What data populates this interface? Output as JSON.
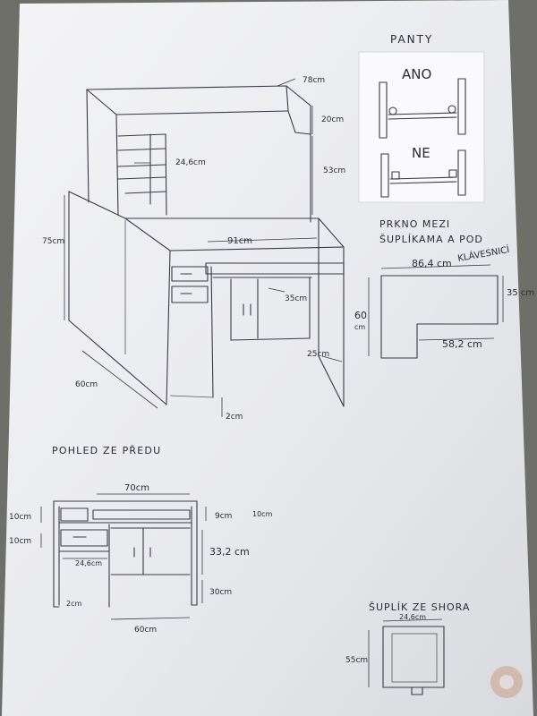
{
  "sheet": {
    "panty": {
      "title": "PANTY",
      "yes": "ANO",
      "no": "NE"
    },
    "desk3d": {
      "dims": [
        "78cm",
        "20cm",
        "53cm",
        "24,6cm",
        "75cm",
        "91cm",
        "35cm",
        "25cm",
        "60cm",
        "2cm"
      ]
    },
    "board": {
      "title_line1": "PRKNO MEZI",
      "title_line2": "ŠUPLÍKAMA A POD",
      "title_line3": "KLÁVESNICÍ",
      "width": "86,4 cm",
      "height_right": "35 cm",
      "height_left_num": "60",
      "height_left_unit": "cm",
      "bottom": "58,2 cm"
    },
    "front": {
      "title": "POHLED ZE PŘEDU",
      "dims": {
        "top_width": "70cm",
        "left_top": "10cm",
        "left_mid": "10cm",
        "right_gap": "9cm",
        "right_gap2": "10cm",
        "drawer_width": "24,6cm",
        "right_height": "33,2 cm",
        "bottom_right": "30cm",
        "bottom_left": "2cm",
        "bottom_width": "60cm"
      }
    },
    "drawer": {
      "title": "ŠUPLÍK ZE SHORA",
      "width": "24,6cm",
      "depth": "55cm"
    }
  }
}
